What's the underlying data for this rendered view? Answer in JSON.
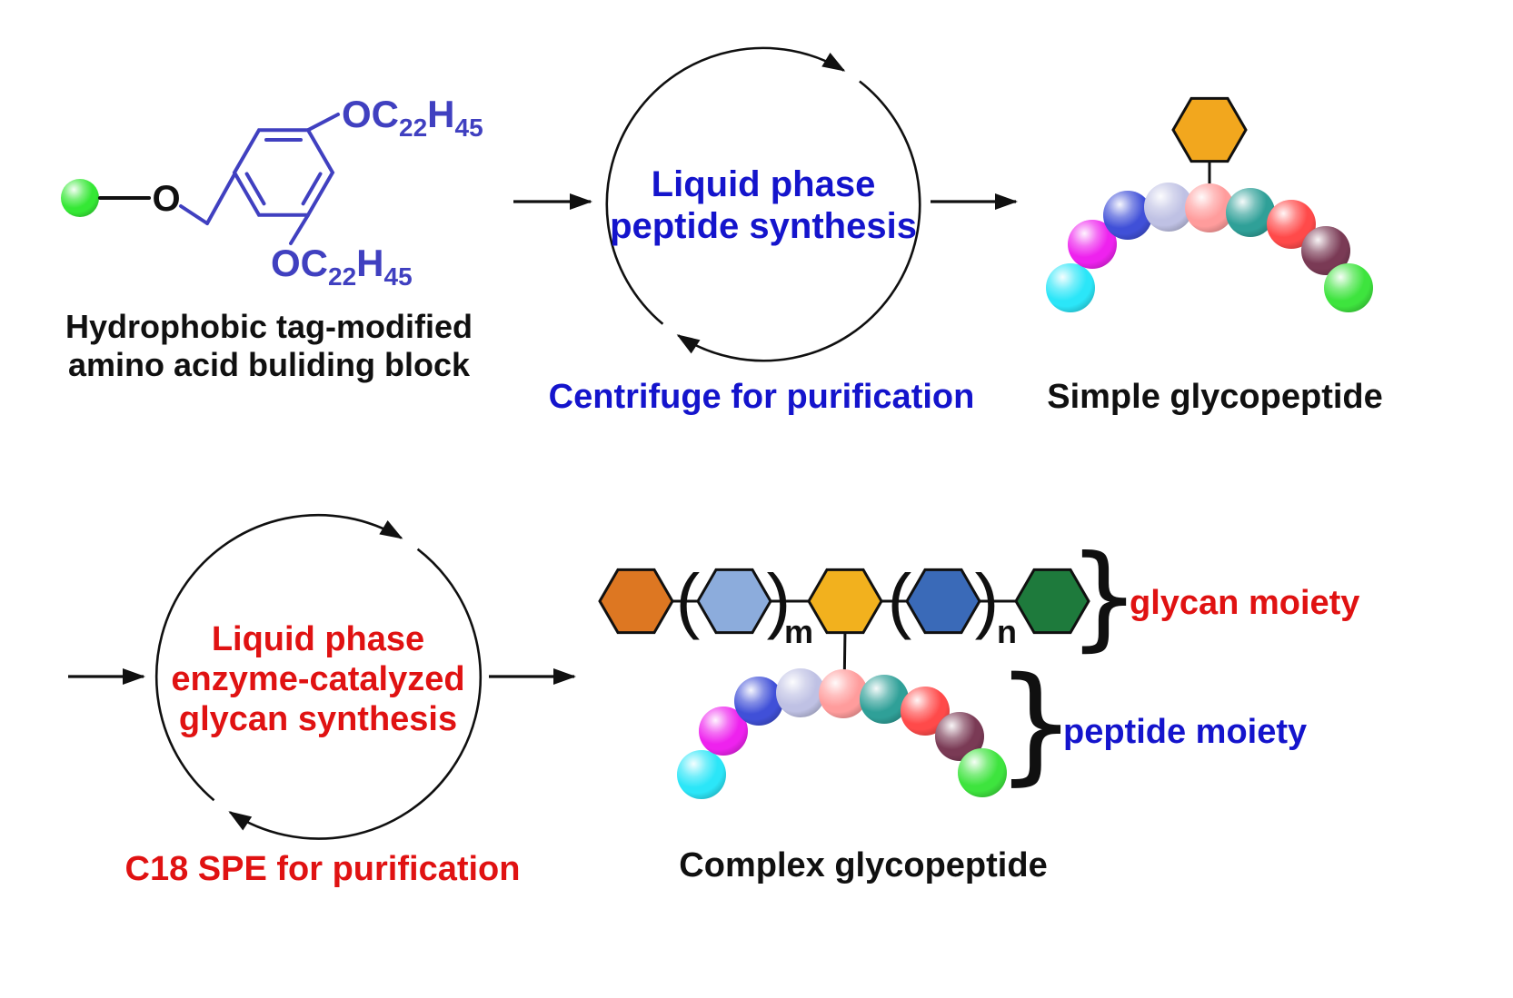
{
  "palette": {
    "background": "#FFFFFF",
    "black_text": "#101010",
    "blue_text": "#1414CC",
    "red_text": "#E01212",
    "structure_blue": "#4040C0"
  },
  "building_block": {
    "oxygen_label": "O",
    "formula": {
      "prefix": "OC",
      "sub1": "22",
      "mid": "H",
      "sub2": "45"
    },
    "caption_line1": "Hydrophobic tag-modified",
    "caption_line2": "amino acid buliding block",
    "sphere_color": "#35E835"
  },
  "top_cycle": {
    "title_line1": "Liquid phase",
    "title_line2": "peptide synthesis",
    "caption": "Centrifuge for purification"
  },
  "bottom_cycle": {
    "title_line1": "Liquid phase",
    "title_line2": "enzyme-catalyzed",
    "title_line3": "glycan synthesis",
    "caption": "C18 SPE for purification"
  },
  "peptide_sphere_colors": [
    "#2BE6F8",
    "#EE22EE",
    "#4050D8",
    "#BFC1E4",
    "#FF9C9C",
    "#2FA098",
    "#FF4A4A",
    "#7A3A55",
    "#3EE43E"
  ],
  "simple_glycopeptide": {
    "label": "Simple glycopeptide",
    "hexagon_color": "#F2A71E"
  },
  "complex_glycopeptide": {
    "label": "Complex glycopeptide",
    "glycan_brace_label": "glycan moiety",
    "peptide_brace_label": "peptide moiety",
    "paren_open": "(",
    "paren_close": ")",
    "subscript_m": "m",
    "subscript_n": "n",
    "brace_glyph": "}",
    "hexagon_colors": [
      "#DD7722",
      "#8CACDC",
      "#F2B11E",
      "#3A6AB8",
      "#1E7A3C"
    ]
  }
}
